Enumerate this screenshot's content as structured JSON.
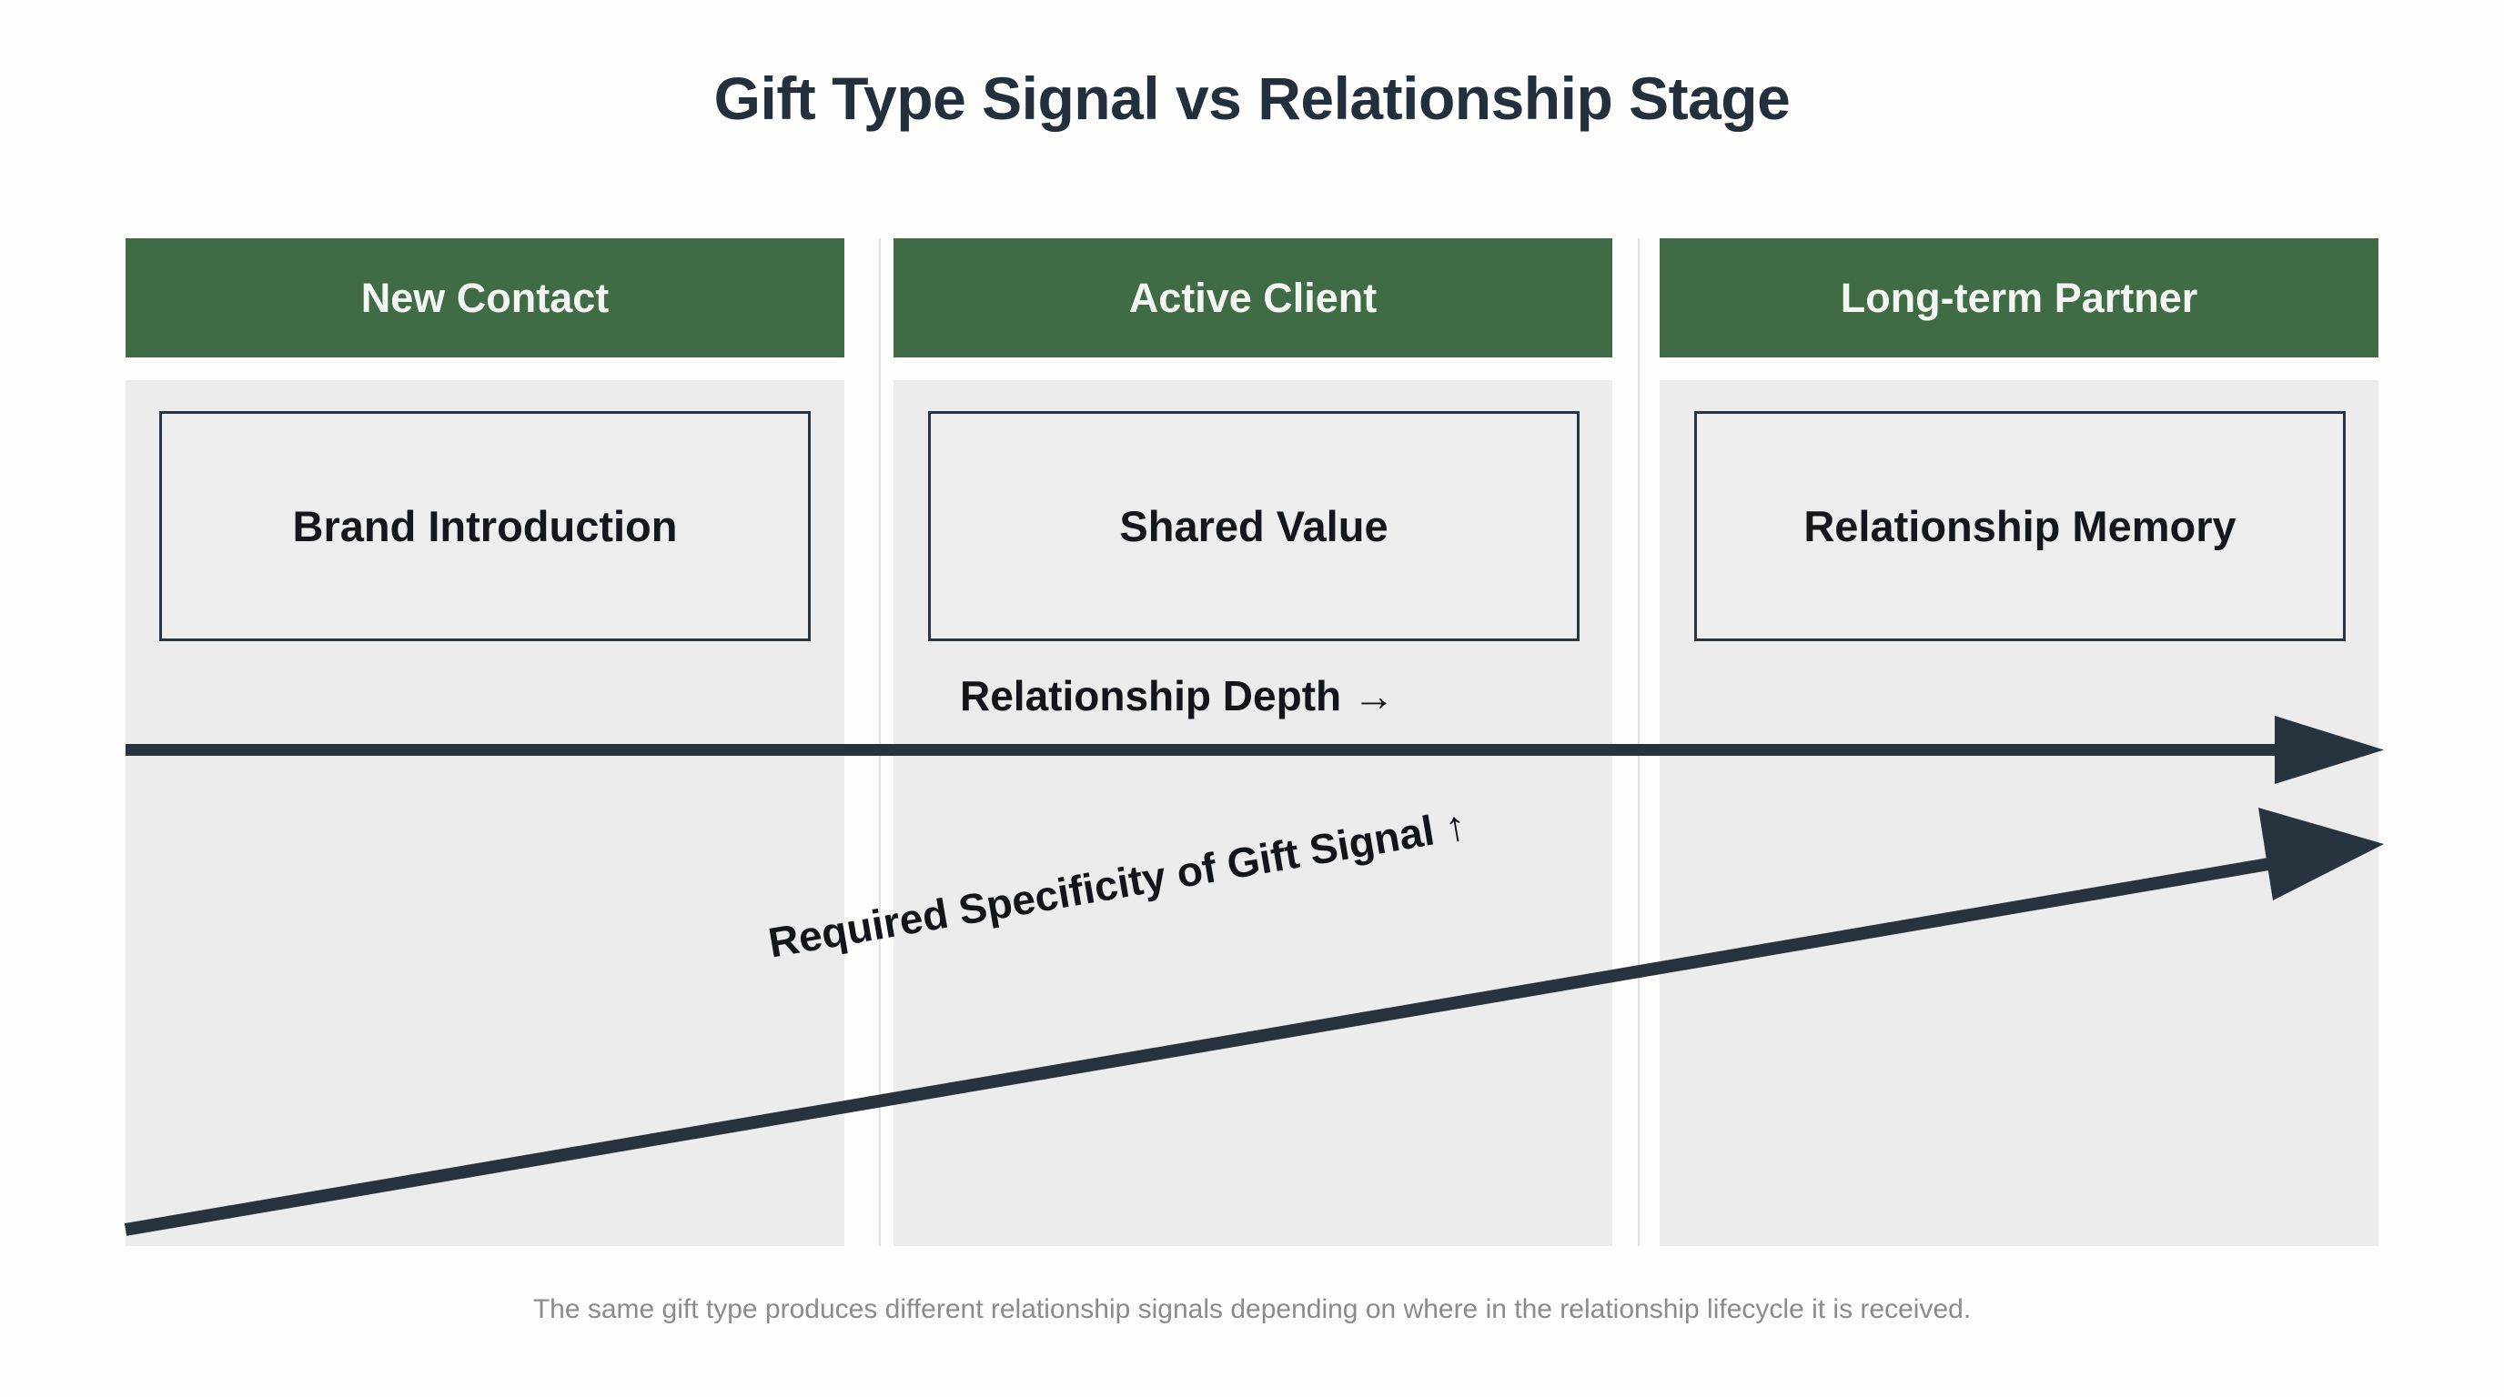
{
  "title": "Gift Type Signal vs Relationship Stage",
  "caption": "The same gift type produces different relationship signals depending on where in the relationship lifecycle it is received.",
  "colors": {
    "header_green": "#3F6B45",
    "header_text": "#F4F6F4",
    "panel_gray": "#ECECEC",
    "card_border": "#2B3540",
    "card_fill": "#EEEEEE",
    "arrow_navy": "#27333F",
    "title_text": "#232F3C",
    "caption_text": "#8B8B8B",
    "background": "#FDFDFC",
    "divider": "#E3E0E3"
  },
  "columns": [
    {
      "header": "New Contact",
      "card_label": "Brand Introduction"
    },
    {
      "header": "Active Client",
      "card_label": "Shared Value"
    },
    {
      "header": "Long-term Partner",
      "card_label": "Relationship Memory"
    }
  ],
  "axes": [
    {
      "name": "horizontal-depth-axis",
      "label": "Relationship Depth →",
      "arrow_glyph": "→",
      "direction": "left-to-right",
      "orientation": "horizontal"
    },
    {
      "name": "diagonal-specificity-axis",
      "label": "Required Specificity of Gift Signal ↑",
      "arrow_glyph": "↑",
      "direction": "lower-left-to-upper-right",
      "orientation": "diagonal"
    }
  ],
  "chart_data": {
    "type": "diagram",
    "title": "Gift Type Signal vs Relationship Stage",
    "categories": [
      "New Contact",
      "Active Client",
      "Long-term Partner"
    ],
    "values": [
      "Brand Introduction",
      "Shared Value",
      "Relationship Memory"
    ],
    "xlabel": "Relationship Depth →",
    "ylabel": "Required Specificity of Gift Signal ↑",
    "legend": [],
    "grid": false,
    "annotation": "The same gift type produces different relationship signals depending on where in the relationship lifecycle it is received."
  }
}
